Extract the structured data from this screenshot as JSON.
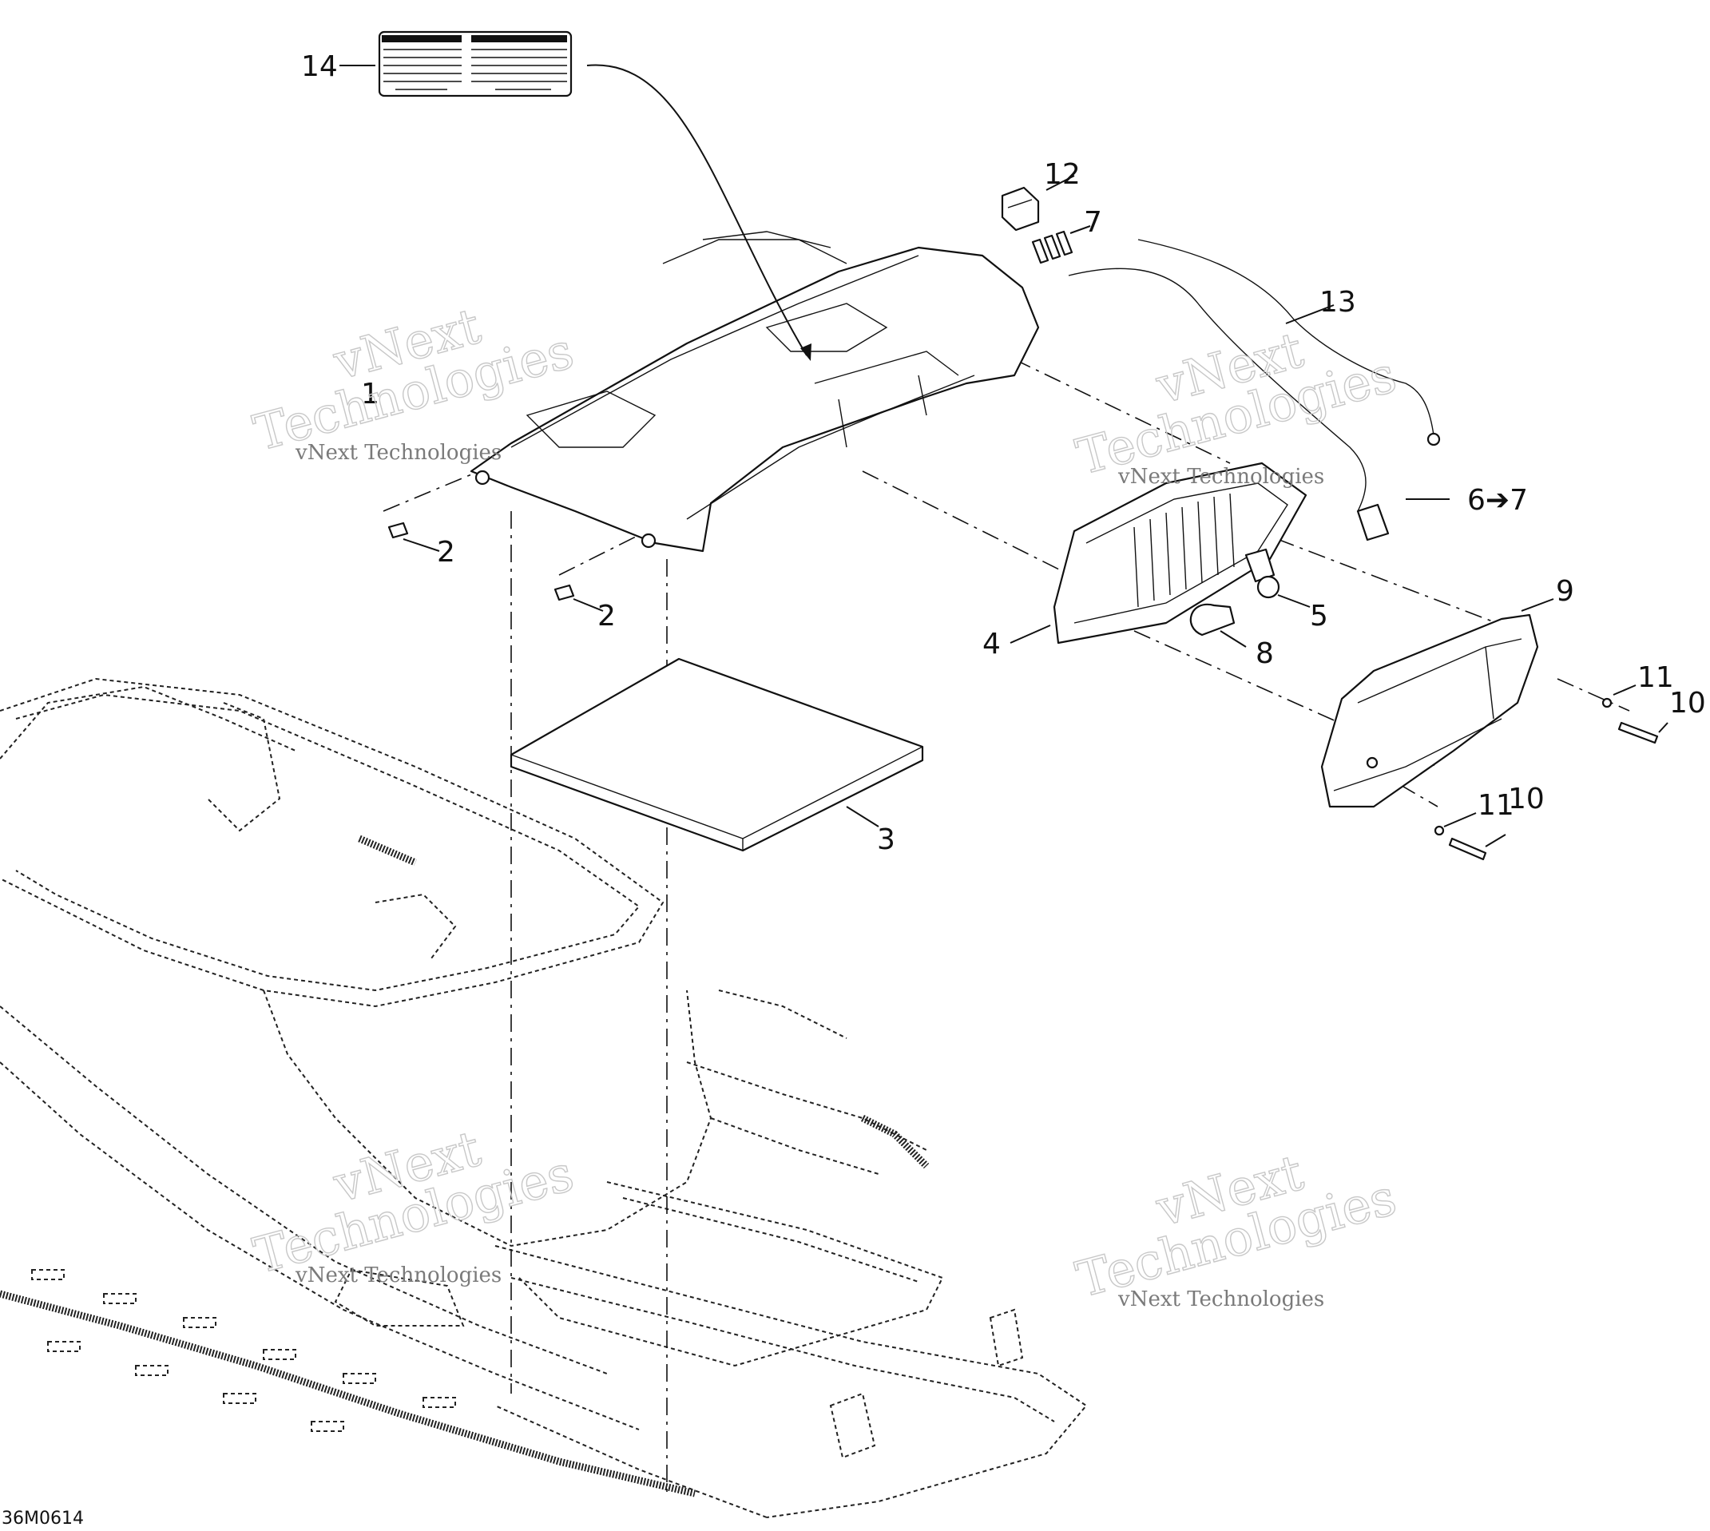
{
  "callouts": [
    {
      "id": "14",
      "text": "14"
    },
    {
      "id": "12",
      "text": "12"
    },
    {
      "id": "7a",
      "text": "7"
    },
    {
      "id": "13",
      "text": "13"
    },
    {
      "id": "1",
      "text": "1"
    },
    {
      "id": "6to7",
      "text": "6➔7"
    },
    {
      "id": "2a",
      "text": "2"
    },
    {
      "id": "2b",
      "text": "2"
    },
    {
      "id": "9",
      "text": "9"
    },
    {
      "id": "5",
      "text": "5"
    },
    {
      "id": "4",
      "text": "4"
    },
    {
      "id": "8",
      "text": "8"
    },
    {
      "id": "11a",
      "text": "11"
    },
    {
      "id": "10a",
      "text": "10"
    },
    {
      "id": "11b",
      "text": "11"
    },
    {
      "id": "10b",
      "text": "10"
    },
    {
      "id": "3",
      "text": "3"
    }
  ],
  "watermark": {
    "line1": "vNext",
    "line2": "Technologies",
    "line3": "vNext Technologies"
  },
  "drawing_code": "36M0614"
}
